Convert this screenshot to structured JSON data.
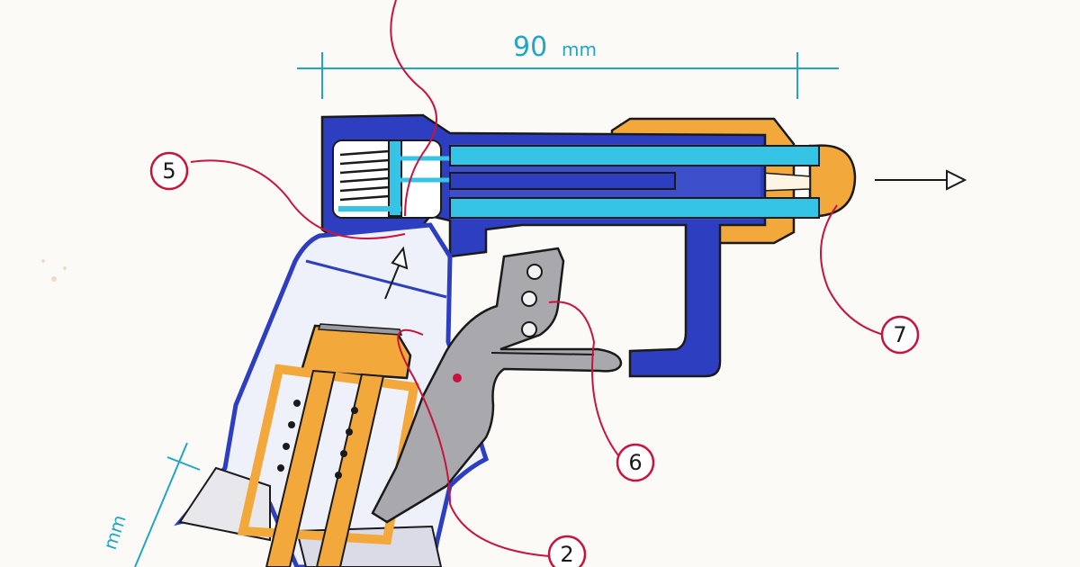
{
  "dimensions": {
    "top_value": "90",
    "top_unit": "mm",
    "left_unit": "mm"
  },
  "callouts": [
    {
      "id": "5",
      "label": "5"
    },
    {
      "id": "6",
      "label": "6"
    },
    {
      "id": "7",
      "label": "7"
    },
    {
      "id": "2",
      "label": "2"
    }
  ],
  "colors": {
    "body_blue": "#2d3fc0",
    "body_blue_light": "#4a5bd4",
    "rod_cyan": "#35c4e6",
    "part_orange": "#f2a83a",
    "trigger_grey": "#a9a9ad",
    "callout_red": "#c8143c",
    "dimension_cyan": "#22a6c6",
    "outline": "#1a1a1a"
  },
  "icons": [
    "arrow-right-icon",
    "arrow-up-icon",
    "spring-icon"
  ]
}
